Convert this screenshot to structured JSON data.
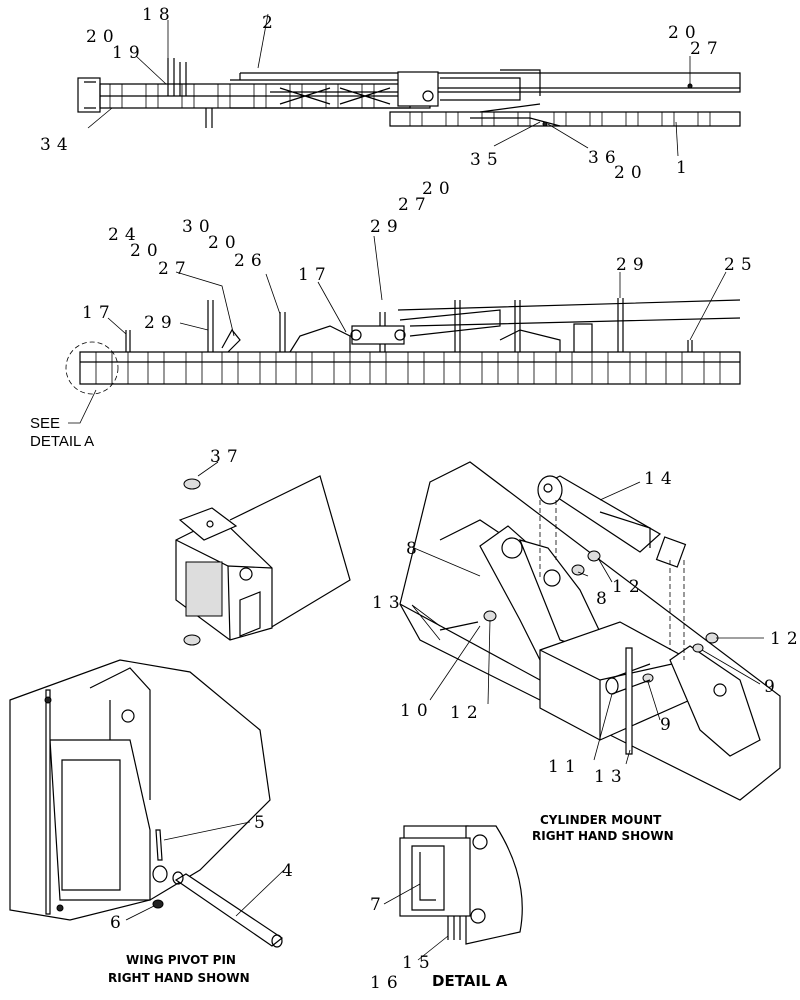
{
  "callouts": {
    "c18": "18",
    "c20a": "20",
    "c19": "19",
    "c2": "2",
    "c34": "34",
    "c20b": "20",
    "c27a": "27",
    "c35": "35",
    "c36": "36",
    "c20c": "20",
    "c1": "1",
    "c20d": "20",
    "c27b": "27",
    "c29a": "29",
    "c24": "24",
    "c30": "30",
    "c20e": "20",
    "c20f": "20",
    "c26": "26",
    "c27c": "27",
    "c17a": "17",
    "c17b": "17",
    "c29b": "29",
    "c29c": "29",
    "c25": "25",
    "c37": "37",
    "c14": "14",
    "c8a": "8",
    "c8b": "8",
    "c12a": "12",
    "c12b": "12",
    "c12c": "12",
    "c13a": "13",
    "c13b": "13",
    "c10": "10",
    "c11": "11",
    "c9a": "9",
    "c9b": "9",
    "c5": "5",
    "c4": "4",
    "c6": "6",
    "c7": "7",
    "c15": "15",
    "c16": "16"
  },
  "labels": {
    "see": "SEE",
    "detail_a": "DETAIL A",
    "cylinder_mount_1": "CYLINDER MOUNT",
    "cylinder_mount_2": "RIGHT HAND SHOWN",
    "wing_pivot_1": "WING PIVOT PIN",
    "wing_pivot_2": "RIGHT HAND SHOWN",
    "detail_caption": "DETAIL  A"
  }
}
